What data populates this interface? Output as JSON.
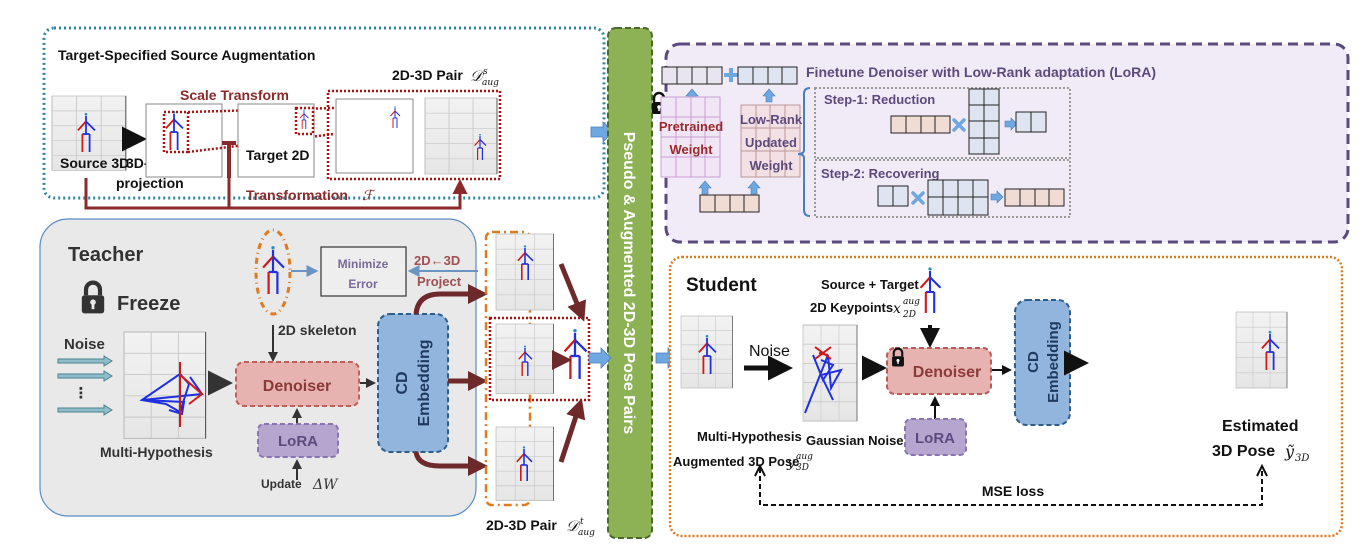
{
  "augmentation": {
    "title": "Target-Specified Source Augmentation",
    "pair_label": "2D-3D Pair",
    "pair_symbol": "𝒟",
    "pair_sup": "s",
    "pair_sub": "aug",
    "scale_transform": "Scale Transform",
    "source_3d": "Source 3D",
    "projection_line1": "3D->2D",
    "projection_line2": "projection",
    "target_2d": "Target 2D",
    "transformation": "Transformation",
    "transformation_symbol": "ℱ"
  },
  "lora_panel": {
    "title": "Finetune Denoiser with Low-Rank adaptation (LoRA)",
    "pretrained_line1": "Pretrained",
    "pretrained_line2": "Weight",
    "lowrank_line1": "Low-Rank",
    "lowrank_line2": "Updated",
    "lowrank_line3": "Weight",
    "step1": "Step-1: Reduction",
    "step2": "Step-2: Recovering"
  },
  "center_bar": {
    "label": "Pseudo & Augmented 2D-3D Pose Pairs"
  },
  "teacher": {
    "title": "Teacher",
    "freeze": "Freeze",
    "noise": "Noise",
    "dots": "⋮",
    "multi_hypothesis": "Multi-Hypothesis",
    "minimize_line1": "Minimize",
    "minimize_line2": "Error",
    "project_line1": "2D←3D",
    "project_line2": "Project",
    "skeleton_2d": "2D  skeleton",
    "denoiser": "Denoiser",
    "lora": "LoRA",
    "update": "Update",
    "update_symbol": "ΔW",
    "cd_line1": "CD",
    "cd_line2": "Embedding",
    "pair_label": "2D-3D Pair",
    "pair_symbol": "𝒟",
    "pair_sup": "t",
    "pair_sub": "aug"
  },
  "student": {
    "title": "Student",
    "source_target_line1": "Source + Target",
    "source_target_line2": "2D Keypoints",
    "x_symbol": "x",
    "x_sup": "aug",
    "x_sub": "2D",
    "noise": "Noise",
    "gaussian_noise": "Gaussian Noise",
    "denoiser": "Denoiser",
    "lora": "LoRA",
    "cd_line1": "CD",
    "cd_line2": "Embedding",
    "multi_hypothesis": "Multi-Hypothesis",
    "augmented_pose": "Augmented 3D Pose",
    "y_symbol": "y",
    "y_sup": "aug",
    "y_sub": "3D",
    "estimated_line1": "Estimated",
    "estimated_line2": "3D Pose",
    "ytilde_symbol": "ỹ",
    "ytilde_sub": "3D",
    "mse_loss": "MSE loss"
  },
  "colors": {
    "teal_border": "#2e86a0",
    "dark_red": "#8b2a2a",
    "purple_border": "#5c4a7e",
    "purple_fill": "#f1ebf7",
    "green_bar": "#8db255",
    "green_border": "#4a6a2a",
    "orange_border": "#e07a20",
    "teacher_fill": "#e9e9e9",
    "teacher_border": "#5a8cc6",
    "denoiser_fill": "#e6b3b0",
    "denoiser_border": "#b85a55",
    "lora_fill": "#b6a6cf",
    "lora_border": "#8a74b3",
    "cd_fill": "#91b5dd",
    "cd_border": "#2e5e8e",
    "pink_cell": "#f1dcd5",
    "blue_cell": "#dfe5f0"
  }
}
